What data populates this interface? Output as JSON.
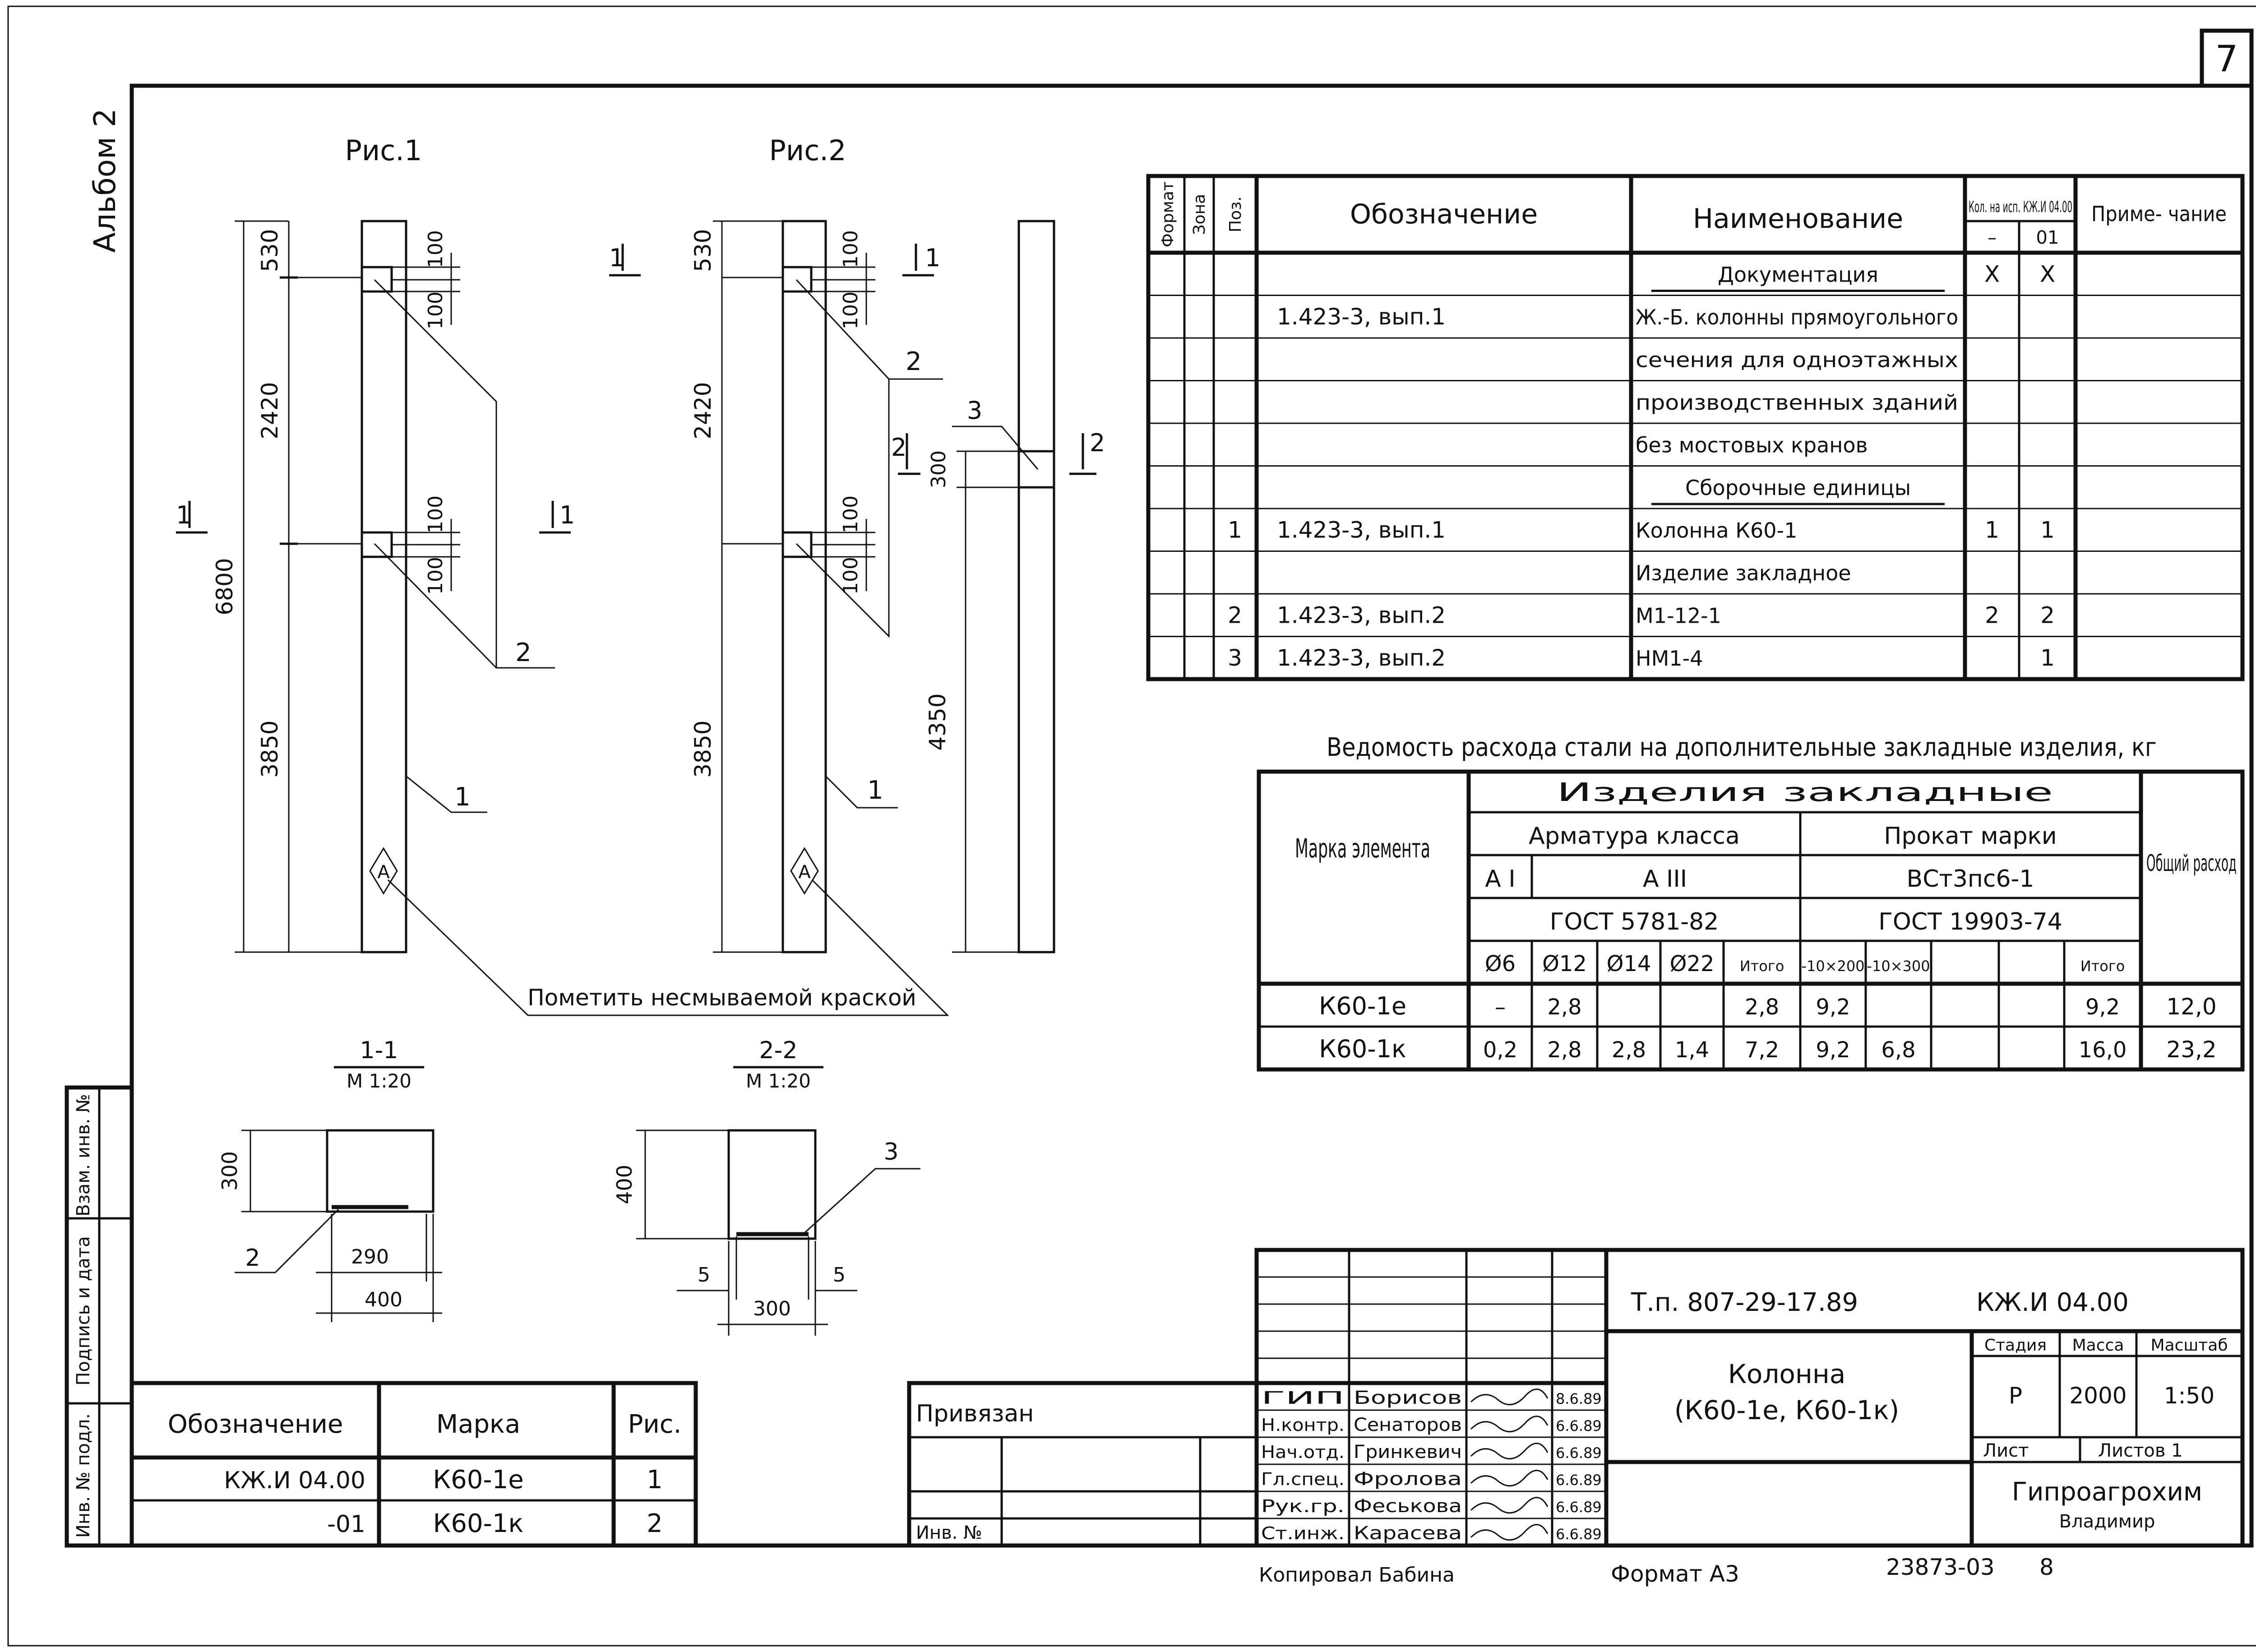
{
  "sheet_number": "7",
  "album_label": "Альбом 2",
  "figures": {
    "fig1": {
      "title": "Рис.1",
      "dims_left": [
        "530",
        "2420",
        "3850"
      ],
      "dim_total": "6800",
      "dims_right_top": [
        "100",
        "100"
      ],
      "dims_right_mid": [
        "100",
        "100"
      ],
      "leaders": [
        "2",
        "1"
      ],
      "marker": "A",
      "section_cut": "1"
    },
    "fig2": {
      "title": "Рис.2",
      "dims_left": [
        "530",
        "2420",
        "3850"
      ],
      "dims_right_top": [
        "100",
        "100"
      ],
      "dims_right_mid": [
        "100",
        "100"
      ],
      "leaders": [
        "2",
        "1"
      ],
      "marker": "A",
      "section_cut": "1",
      "side_view_dims": [
        "300",
        "4350"
      ],
      "side_view_leader": "3",
      "side_cut": "2"
    },
    "note": "Пометить несмываемой краской"
  },
  "sections": {
    "s11": {
      "title": "1-1",
      "scale": "М 1:20",
      "dim_h": "300",
      "dim_w1": "290",
      "dim_w2": "400",
      "leader": "2"
    },
    "s22": {
      "title": "2-2",
      "scale": "М 1:20",
      "dim_h": "400",
      "dim_a": "5",
      "dim_b": "5",
      "dim_w": "300",
      "leader": "3"
    }
  },
  "spec": {
    "header": {
      "format": "Формат",
      "zone": "Зона",
      "pos": "Поз.",
      "designation": "Обозначение",
      "name": "Наименование",
      "qty": "Кол. на исп. КЖ.И 04.00",
      "qty_cols": [
        "–",
        "01"
      ],
      "note": "Приме- чание"
    },
    "rows": [
      {
        "pos": "",
        "designation": "",
        "name": "Документация",
        "q1": "X",
        "q2": "X",
        "heading": true
      },
      {
        "pos": "",
        "designation": "1.423-3, вып.1",
        "name": "Ж.-Б. колонны прямоугольного",
        "q1": "",
        "q2": ""
      },
      {
        "pos": "",
        "designation": "",
        "name": "сечения для одноэтажных",
        "q1": "",
        "q2": ""
      },
      {
        "pos": "",
        "designation": "",
        "name": "производственных зданий",
        "q1": "",
        "q2": ""
      },
      {
        "pos": "",
        "designation": "",
        "name": "без мостовых кранов",
        "q1": "",
        "q2": ""
      },
      {
        "pos": "",
        "designation": "",
        "name": "Сборочные единицы",
        "q1": "",
        "q2": "",
        "heading": true
      },
      {
        "pos": "1",
        "designation": "1.423-3, вып.1",
        "name": "Колонна К60-1",
        "q1": "1",
        "q2": "1"
      },
      {
        "pos": "",
        "designation": "",
        "name": "Изделие закладное",
        "q1": "",
        "q2": ""
      },
      {
        "pos": "2",
        "designation": "1.423-3, вып.2",
        "name": "М1-12-1",
        "q1": "2",
        "q2": "2"
      },
      {
        "pos": "3",
        "designation": "1.423-3, вып.2",
        "name": "НМ1-4",
        "q1": "",
        "q2": "1"
      }
    ]
  },
  "steel": {
    "title": "Ведомость расхода стали на дополнительные закладные изделия, кг",
    "h_mark": "Марка элемента",
    "h_items": "Изделия закладные",
    "h_armature": "Арматура класса",
    "h_rolled": "Прокат марки",
    "h_total": "Общий расход",
    "h_AI": "А I",
    "h_AIII": "А III",
    "h_vst": "ВСт3пс6-1",
    "h_gost1": "ГОСТ 5781-82",
    "h_gost2": "ГОСТ 19903-74",
    "cols": [
      "Ø6",
      "Ø12",
      "Ø14",
      "Ø22",
      "Итого",
      "-10×200",
      "-10×300",
      "",
      "",
      "Итого"
    ],
    "rows": [
      {
        "mark": "К60-1е",
        "vals": [
          "–",
          "2,8",
          "",
          "",
          "2,8",
          "9,2",
          "",
          "",
          "",
          "9,2"
        ],
        "total": "12,0"
      },
      {
        "mark": "К60-1к",
        "vals": [
          "0,2",
          "2,8",
          "2,8",
          "1,4",
          "7,2",
          "9,2",
          "6,8",
          "",
          "",
          "16,0"
        ],
        "total": "23,2"
      }
    ]
  },
  "variants": {
    "h_designation": "Обозначение",
    "h_mark": "Марка",
    "h_fig": "Рис.",
    "rows": [
      {
        "designation": "КЖ.И 04.00",
        "mark": "К60-1е",
        "fig": "1"
      },
      {
        "designation": "-01",
        "mark": "К60-1к",
        "fig": "2"
      }
    ]
  },
  "left_stamp": [
    "Инв. № подл.",
    "Подпись и дата",
    "Взам. инв. №"
  ],
  "privyazan": {
    "label": "Привязан",
    "inv": "Инв. №"
  },
  "title_block": {
    "code": "Т.п. 807-29-17.89",
    "doc": "КЖ.И 04.00",
    "name_line1": "Колонна",
    "name_line2": "(К60-1е, К60-1к)",
    "h_stage": "Стадия",
    "h_mass": "Масса",
    "h_scale": "Масштаб",
    "stage": "Р",
    "mass": "2000",
    "scale": "1:50",
    "sheet": "Лист",
    "sheets": "Листов 1",
    "org": "Гипроагрохим",
    "city": "Владимир",
    "people": [
      {
        "role": "ГИП",
        "name": "Борисов",
        "date": "8.6.89"
      },
      {
        "role": "Н.контр.",
        "name": "Сенаторов",
        "date": "6.6.89"
      },
      {
        "role": "Нач.отд.",
        "name": "Гринкевич",
        "date": "6.6.89"
      },
      {
        "role": "Гл.спец.",
        "name": "Фролова",
        "date": "6.6.89"
      },
      {
        "role": "Рук.гр.",
        "name": "Феськова",
        "date": "6.6.89"
      },
      {
        "role": "Ст.инж.",
        "name": "Карасева",
        "date": "6.6.89"
      }
    ]
  },
  "footer": {
    "copied": "Копировал Бабина",
    "format": "Формат А3",
    "number": "23873-03",
    "page": "8"
  }
}
